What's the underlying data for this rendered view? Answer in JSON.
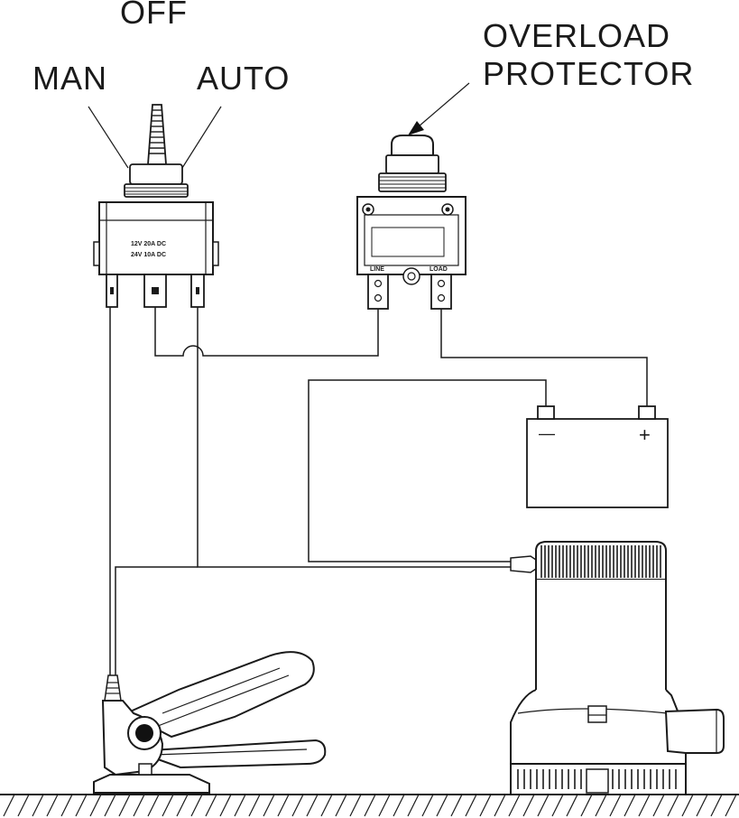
{
  "switch": {
    "label_off": "OFF",
    "label_man": "MAN",
    "label_auto": "AUTO",
    "rating_line1": "12V  20A  DC",
    "rating_line2": "24V  10A  DC"
  },
  "breaker": {
    "label_line1": "OVERLOAD",
    "label_line2": "PROTECTOR",
    "terminal_line": "LINE",
    "terminal_load": "LOAD"
  },
  "battery": {
    "negative_symbol": "—",
    "positive_symbol": "+"
  }
}
